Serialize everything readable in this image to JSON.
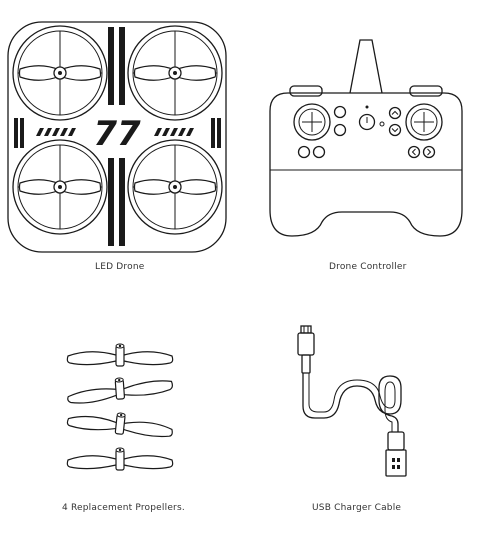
{
  "items": [
    {
      "caption": "LED Drone",
      "badge_number": "77",
      "icon": "drone-icon"
    },
    {
      "caption": "Drone Controller",
      "icon": "controller-icon"
    },
    {
      "caption": "4 Replacement Propellers.",
      "icon": "propeller-icon"
    },
    {
      "caption": "USB Charger Cable",
      "icon": "usb-cable-icon"
    }
  ]
}
